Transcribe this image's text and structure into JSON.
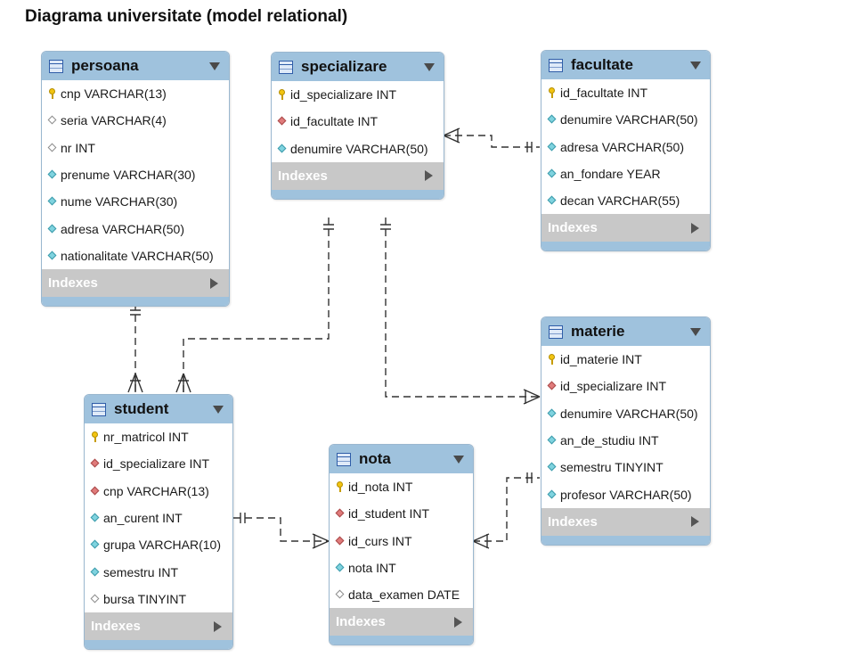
{
  "title": "Diagrama universitate (model relational)",
  "indexes_label": "Indexes",
  "tables": {
    "persoana": {
      "name": "persoana",
      "fields": [
        {
          "icon": "pk",
          "text": "cnp VARCHAR(13)"
        },
        {
          "icon": "nul",
          "text": "seria VARCHAR(4)"
        },
        {
          "icon": "nul",
          "text": "nr INT"
        },
        {
          "icon": "col",
          "text": "prenume VARCHAR(30)"
        },
        {
          "icon": "col",
          "text": "nume VARCHAR(30)"
        },
        {
          "icon": "col",
          "text": "adresa VARCHAR(50)"
        },
        {
          "icon": "col",
          "text": "nationalitate VARCHAR(50)"
        }
      ]
    },
    "specializare": {
      "name": "specializare",
      "fields": [
        {
          "icon": "pk",
          "text": "id_specializare INT"
        },
        {
          "icon": "fk",
          "text": "id_facultate INT"
        },
        {
          "icon": "col",
          "text": "denumire VARCHAR(50)"
        }
      ]
    },
    "facultate": {
      "name": "facultate",
      "fields": [
        {
          "icon": "pk",
          "text": "id_facultate INT"
        },
        {
          "icon": "col",
          "text": "denumire VARCHAR(50)"
        },
        {
          "icon": "col",
          "text": "adresa VARCHAR(50)"
        },
        {
          "icon": "col",
          "text": "an_fondare YEAR"
        },
        {
          "icon": "col",
          "text": "decan VARCHAR(55)"
        }
      ]
    },
    "materie": {
      "name": "materie",
      "fields": [
        {
          "icon": "pk",
          "text": "id_materie INT"
        },
        {
          "icon": "fk",
          "text": "id_specializare INT"
        },
        {
          "icon": "col",
          "text": "denumire VARCHAR(50)"
        },
        {
          "icon": "col",
          "text": "an_de_studiu INT"
        },
        {
          "icon": "col",
          "text": "semestru TINYINT"
        },
        {
          "icon": "col",
          "text": "profesor VARCHAR(50)"
        }
      ]
    },
    "student": {
      "name": "student",
      "fields": [
        {
          "icon": "pk",
          "text": "nr_matricol INT"
        },
        {
          "icon": "fk",
          "text": "id_specializare INT"
        },
        {
          "icon": "fk",
          "text": "cnp VARCHAR(13)"
        },
        {
          "icon": "col",
          "text": "an_curent INT"
        },
        {
          "icon": "col",
          "text": "grupa VARCHAR(10)"
        },
        {
          "icon": "col",
          "text": "semestru INT"
        },
        {
          "icon": "nul",
          "text": "bursa TINYINT"
        }
      ]
    },
    "nota": {
      "name": "nota",
      "fields": [
        {
          "icon": "pk",
          "text": "id_nota INT"
        },
        {
          "icon": "fk",
          "text": "id_student INT"
        },
        {
          "icon": "fk",
          "text": "id_curs INT"
        },
        {
          "icon": "col",
          "text": "nota INT"
        },
        {
          "icon": "nul",
          "text": "data_examen DATE"
        }
      ]
    }
  }
}
